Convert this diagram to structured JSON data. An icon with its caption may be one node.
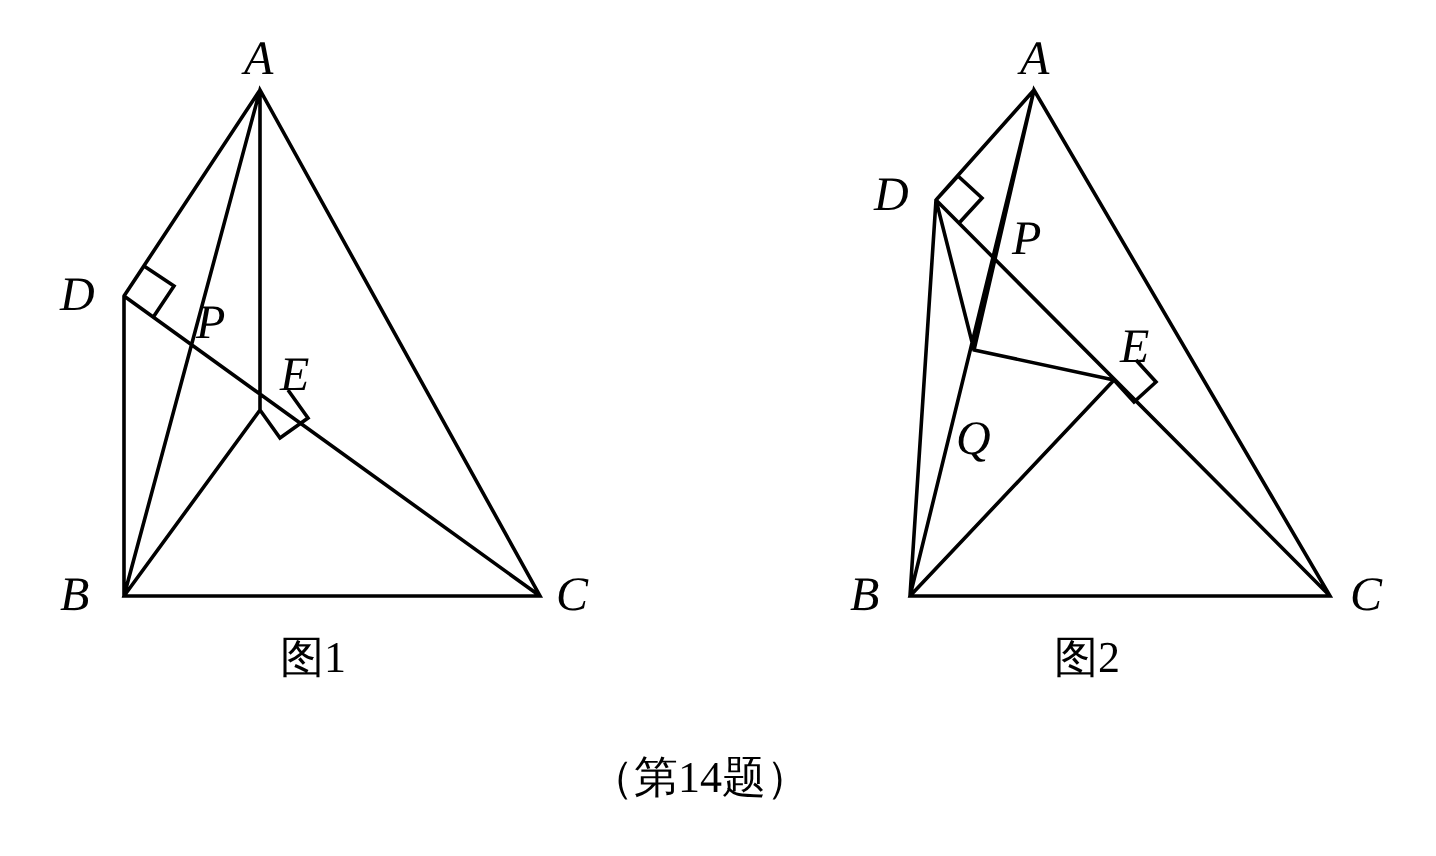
{
  "diagram": {
    "labels": [
      "A",
      "D",
      "P",
      "E",
      "B",
      "C",
      "图1",
      "A",
      "D",
      "P",
      "E",
      "Q",
      "B",
      "C",
      "图2",
      "（第14题）"
    ]
  }
}
